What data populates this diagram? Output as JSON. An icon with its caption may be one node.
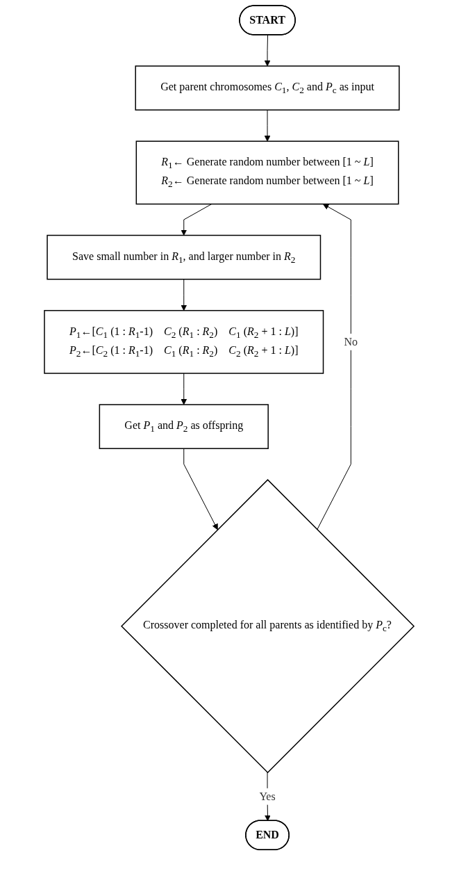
{
  "diagram": {
    "nodes": [
      {
        "text": [
          "START"
        ]
      },
      {
        "text": [
          "Get parent chromosomes *C*$_{1}$, *C*$_{2}$ and *P*$_{c}$ as input"
        ]
      },
      {
        "text": [
          "*R*$_{1}$← Generate random number between [1 ~ *L*]",
          "*R*$_{2}$← Generate random number between [1 ~ *L*]"
        ]
      },
      {
        "text": [
          "Save small number in *R*$_{1}$, and larger number in *R*$_{2}$"
        ]
      },
      {
        "text": [
          "*P*$_{1}$←[*C*$_{1}$ (1 : *R*$_{1}$-1)    *C*$_{2}$ (*R*$_{1}$ : *R*$_{2}$)    *C*$_{1}$ (*R*$_{2}$ + 1 : *L*)]",
          "*P*$_{2}$←[*C*$_{2}$ (1 : *R*$_{1}$-1)    *C*$_{1}$ (*R*$_{1}$ : *R*$_{2}$)    *C*$_{2}$ (*R*$_{2}$ + 1 : *L*)]"
        ]
      },
      {
        "text": [
          "Get *P*$_{1}$ and *P*$_{2}$ as offspring"
        ]
      },
      {
        "text": [
          "Crossover completed for all parents as identified by *P*$_{c}$?"
        ]
      },
      {
        "text": [
          "END"
        ]
      }
    ],
    "edges": [
      {
        "from": 0,
        "to": 1,
        "arrow": "to"
      },
      {
        "from": 1,
        "to": 2,
        "arrow": "to"
      },
      {
        "from": 2,
        "to": 3,
        "arrow": "to"
      },
      {
        "from": 3,
        "to": 4,
        "arrow": "to"
      },
      {
        "from": 4,
        "to": 5,
        "arrow": "to"
      },
      {
        "from": 5,
        "to": 6,
        "arrow": "to"
      },
      {
        "from": 6,
        "to": 2,
        "arrow": "to",
        "label": "No"
      },
      {
        "from": 6,
        "to": 7,
        "arrow": "to",
        "label": "Yes"
      }
    ]
  }
}
